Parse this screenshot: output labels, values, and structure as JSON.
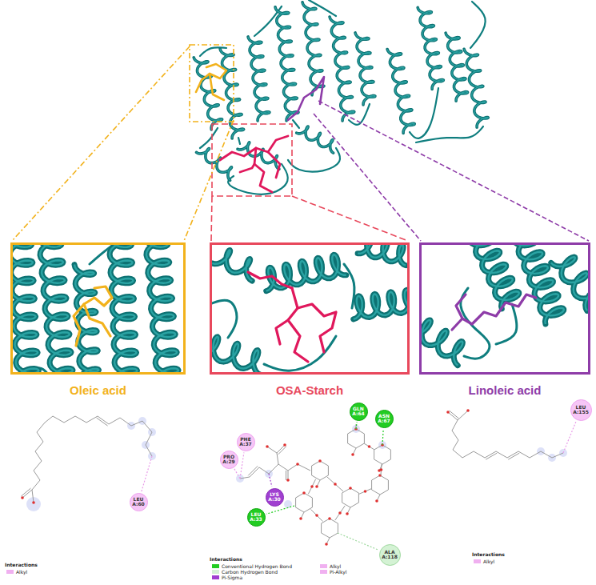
{
  "diagram": {
    "nodes": [
      {
        "text": [
          "Oleic acid"
        ]
      },
      {
        "text": [
          "OSA-Starch"
        ]
      },
      {
        "text": [
          "Linoleic acid"
        ]
      },
      {
        "text": [
          "LEU A:60"
        ]
      },
      {
        "text": [
          "GLN A:64"
        ]
      },
      {
        "text": [
          "ASN A:67"
        ]
      },
      {
        "text": [
          "PHE A:37"
        ]
      },
      {
        "text": [
          "PRO A:29"
        ]
      },
      {
        "text": [
          "LYS A:30"
        ]
      },
      {
        "text": [
          "LEU A:33"
        ]
      },
      {
        "text": [
          "ALA A:118"
        ]
      },
      {
        "text": [
          "LEU A:155"
        ]
      }
    ],
    "labels": [
      "Interactions",
      "Interactions",
      "Interactions"
    ],
    "legend": [
      {
        "text": "Alkyl",
        "color": "#f0b0f0"
      },
      {
        "text": "Conventional Hydrogen Bond",
        "color": "#22cc22"
      },
      {
        "text": "Carbon Hydrogen Bond",
        "color": "#d4f2d4"
      },
      {
        "text": "Pi-Sigma",
        "color": "#a040d0"
      },
      {
        "text": "Alkyl",
        "color": "#f0b0f0"
      },
      {
        "text": "Pi-Alkyl",
        "color": "#f0b0f0"
      },
      {
        "text": "Alkyl",
        "color": "#f0b0f0"
      }
    ]
  }
}
